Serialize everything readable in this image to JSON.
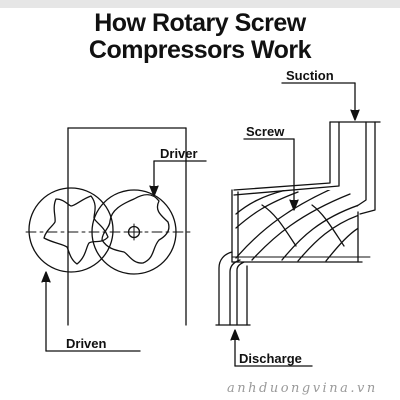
{
  "title": {
    "line1": "How Rotary Screw",
    "line2": "Compressors Work"
  },
  "labels": {
    "suction": "Suction",
    "screw": "Screw",
    "driver": "Driver",
    "driven": "Driven",
    "discharge": "Discharge"
  },
  "watermark": "anhduongvina.vn",
  "colors": {
    "line": "#111111",
    "watermark": "#9a9a9a"
  }
}
